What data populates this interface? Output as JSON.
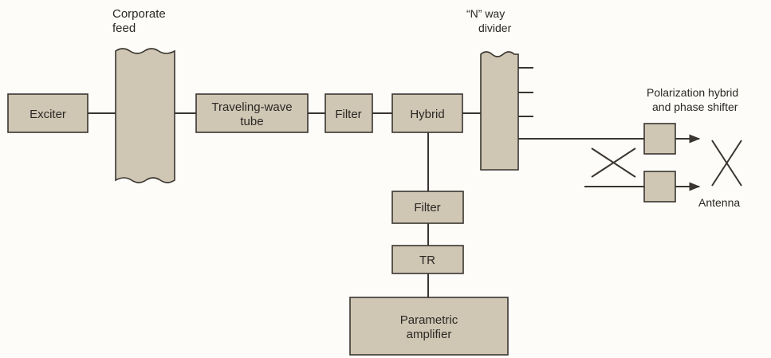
{
  "blocks": {
    "exciter": "Exciter",
    "twt_line1": "Traveling-wave",
    "twt_line2": "tube",
    "filter_top": "Filter",
    "hybrid": "Hybrid",
    "filter_bottom": "Filter",
    "tr": "TR",
    "paramp_line1": "Parametric",
    "paramp_line2": "amplifier"
  },
  "annotations": {
    "corporate_feed_line1": "Corporate",
    "corporate_feed_line2": "feed",
    "divider_line1": "“N” way",
    "divider_line2": "divider",
    "polarization_line1": "Polarization hybrid",
    "polarization_line2": "and phase shifter",
    "antenna": "Antenna"
  },
  "colors": {
    "block_fill": "#cfc6b4",
    "line": "#3a3530",
    "background": "#fdfcf8"
  }
}
